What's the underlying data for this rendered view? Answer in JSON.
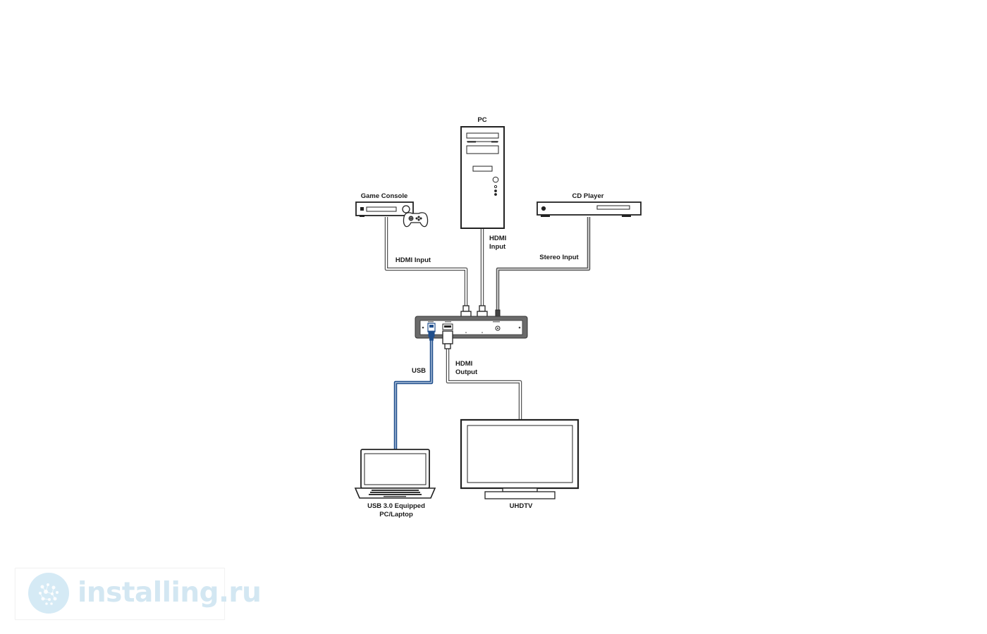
{
  "devices": {
    "pc": {
      "label": "PC"
    },
    "game_console": {
      "label": "Game Console"
    },
    "cd_player": {
      "label": "CD Player"
    },
    "laptop": {
      "label_line1": "USB 3.0 Equipped",
      "label_line2": "PC/Laptop"
    },
    "tv": {
      "label": "UHDTV"
    }
  },
  "connections": {
    "game_hdmi": {
      "label": "HDMI Input"
    },
    "pc_hdmi": {
      "label_line1": "HDMI",
      "label_line2": "Input"
    },
    "stereo": {
      "label": "Stereo Input"
    },
    "usb": {
      "label": "USB"
    },
    "hdmi_out": {
      "label_line1": "HDMI",
      "label_line2": "Output"
    }
  },
  "colors": {
    "cable": "#555555",
    "usb_cable": "#1f4e8c"
  },
  "icons": {
    "gamepad": "gamepad-icon",
    "watermark_logo": "installing-logo-icon"
  },
  "watermark": {
    "text": "installing.ru"
  }
}
